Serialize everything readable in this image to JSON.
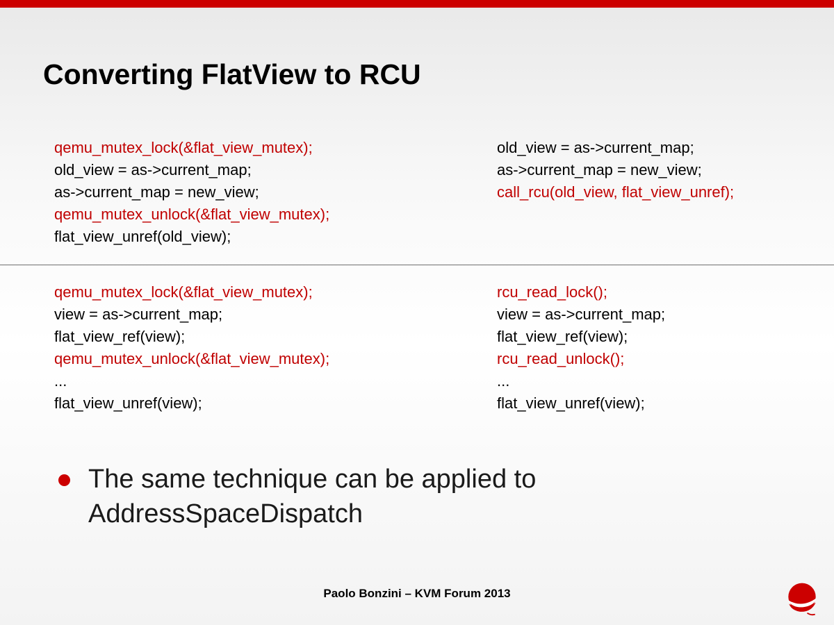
{
  "colors": {
    "red": "#c00000",
    "black": "#000000",
    "accent": "#cc0000"
  },
  "slide": {
    "title": "Converting FlatView to RCU",
    "footer": "Paolo Bonzini – KVM Forum 2013"
  },
  "bullet": {
    "text": "The same technique can be applied to AddressSpaceDispatch"
  },
  "blocks": {
    "upper_left": {
      "lines": [
        {
          "text": "qemu_mutex_lock(&flat_view_mutex);",
          "color": "red"
        },
        {
          "text": "old_view = as->current_map;",
          "color": "black"
        },
        {
          "text": "as->current_map = new_view;",
          "color": "black"
        },
        {
          "text": "qemu_mutex_unlock(&flat_view_mutex);",
          "color": "red"
        },
        {
          "text": "flat_view_unref(old_view);",
          "color": "black"
        }
      ]
    },
    "upper_right": {
      "lines": [
        {
          "text": "old_view = as->current_map;",
          "color": "black"
        },
        {
          "text": "as->current_map = new_view;",
          "color": "black"
        },
        {
          "text": "call_rcu(old_view, flat_view_unref);",
          "color": "red"
        }
      ]
    },
    "lower_left": {
      "lines": [
        {
          "text": "qemu_mutex_lock(&flat_view_mutex);",
          "color": "red"
        },
        {
          "text": "view = as->current_map;",
          "color": "black"
        },
        {
          "text": "flat_view_ref(view);",
          "color": "black"
        },
        {
          "text": "qemu_mutex_unlock(&flat_view_mutex);",
          "color": "red"
        },
        {
          "text": "...",
          "color": "black"
        },
        {
          "text": "flat_view_unref(view);",
          "color": "black"
        }
      ]
    },
    "lower_right": {
      "lines": [
        {
          "text": "rcu_read_lock();",
          "color": "red"
        },
        {
          "text": "view = as->current_map;",
          "color": "black"
        },
        {
          "text": "flat_view_ref(view);",
          "color": "black"
        },
        {
          "text": "rcu_read_unlock();",
          "color": "red"
        },
        {
          "text": "...",
          "color": "black"
        },
        {
          "text": "flat_view_unref(view);",
          "color": "black"
        }
      ]
    }
  }
}
